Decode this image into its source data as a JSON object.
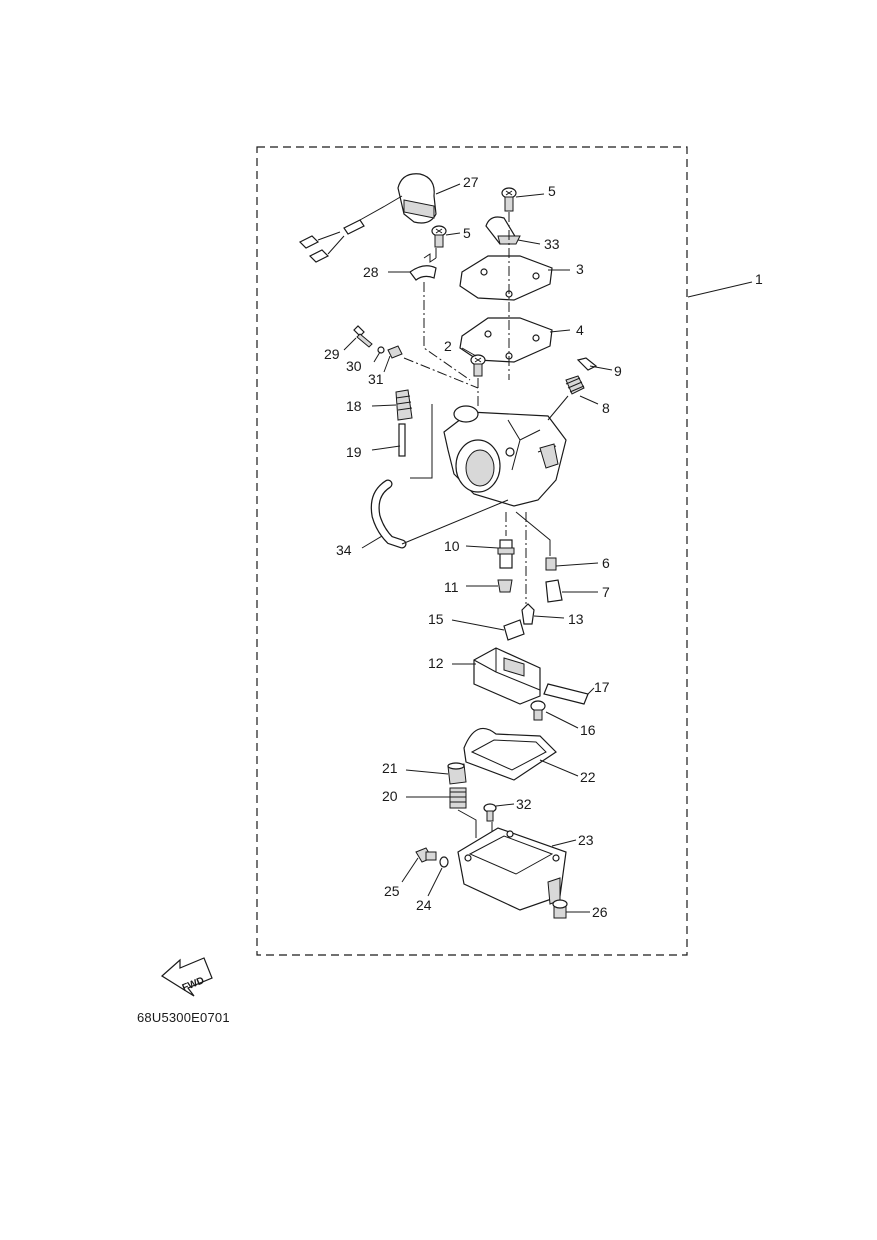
{
  "diagram": {
    "drawing_code": "68U5300E0701",
    "fwd_label": "FWD",
    "callouts": {
      "p1": "1",
      "p2": "2",
      "p3": "3",
      "p4": "4",
      "p5a": "5",
      "p5b": "5",
      "p6": "6",
      "p7": "7",
      "p8": "8",
      "p9": "9",
      "p10": "10",
      "p11": "11",
      "p12": "12",
      "p13": "13",
      "p15": "15",
      "p16": "16",
      "p17": "17",
      "p18": "18",
      "p19": "19",
      "p20": "20",
      "p21": "21",
      "p22": "22",
      "p23": "23",
      "p24": "24",
      "p25": "25",
      "p26": "26",
      "p27": "27",
      "p28": "28",
      "p29": "29",
      "p30": "30",
      "p31": "31",
      "p32": "32",
      "p33": "33",
      "p34": "34"
    }
  }
}
